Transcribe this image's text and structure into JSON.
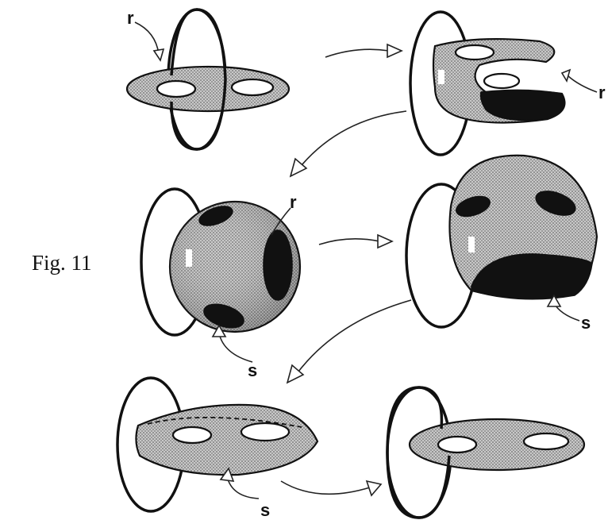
{
  "figure": {
    "caption": "Fig. 11",
    "labels": {
      "p1_r": "r",
      "p2_r": "r",
      "p3_r": "r",
      "p3_s": "s",
      "p4_s": "s",
      "p5_s": "s"
    }
  },
  "colors": {
    "ink": "#111111",
    "surface_fill": "stipple-gray",
    "background": "#ffffff"
  }
}
